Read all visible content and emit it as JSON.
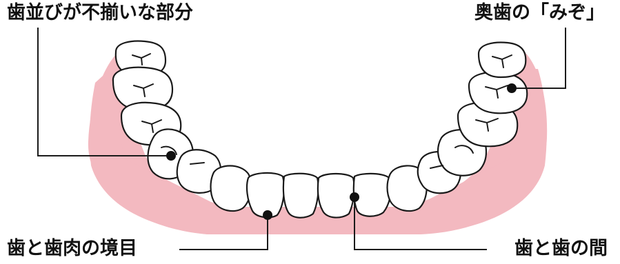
{
  "labels": {
    "uneven_alignment": "歯並びが不揃いな部分",
    "molar_grooves": "奥歯の「みぞ」",
    "tooth_gum_border": "歯と歯肉の境目",
    "between_teeth": "歯と歯の間"
  },
  "colors": {
    "gum": "#f3b9c0",
    "tooth_fill": "#ffffff",
    "outline": "#1a1a1a"
  }
}
